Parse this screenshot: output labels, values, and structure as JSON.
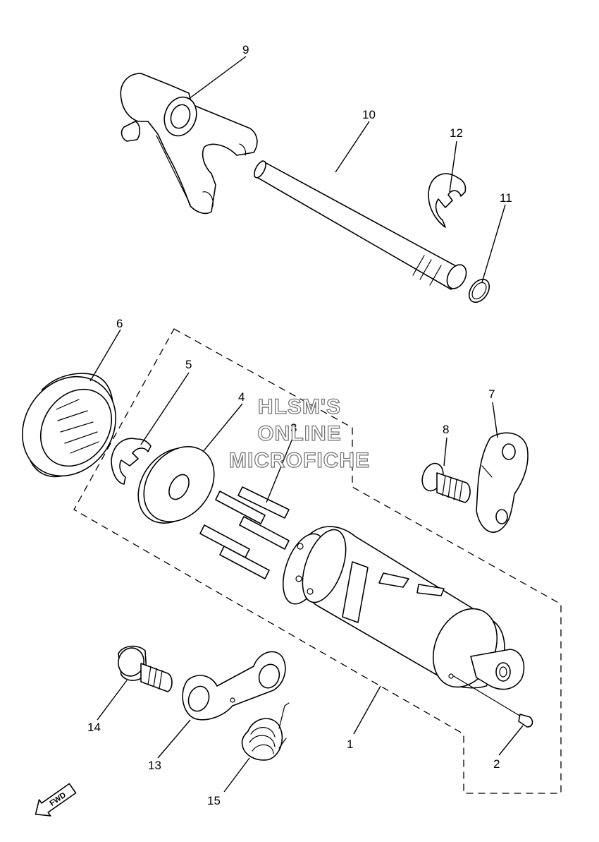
{
  "watermark": {
    "line1": "HLSM'S",
    "line2": "ONLINE",
    "line3": "MICROFICHE"
  },
  "fwd_label": "FWD",
  "callouts": {
    "c1": "1",
    "c2": "2",
    "c3": "3",
    "c4": "4",
    "c5": "5",
    "c6": "6",
    "c7": "7",
    "c8": "8",
    "c9": "9",
    "c10": "10",
    "c11": "11",
    "c12": "12",
    "c13": "13",
    "c14": "14",
    "c15": "15"
  },
  "icons": {
    "fwd": "fwd-arrow-icon"
  }
}
